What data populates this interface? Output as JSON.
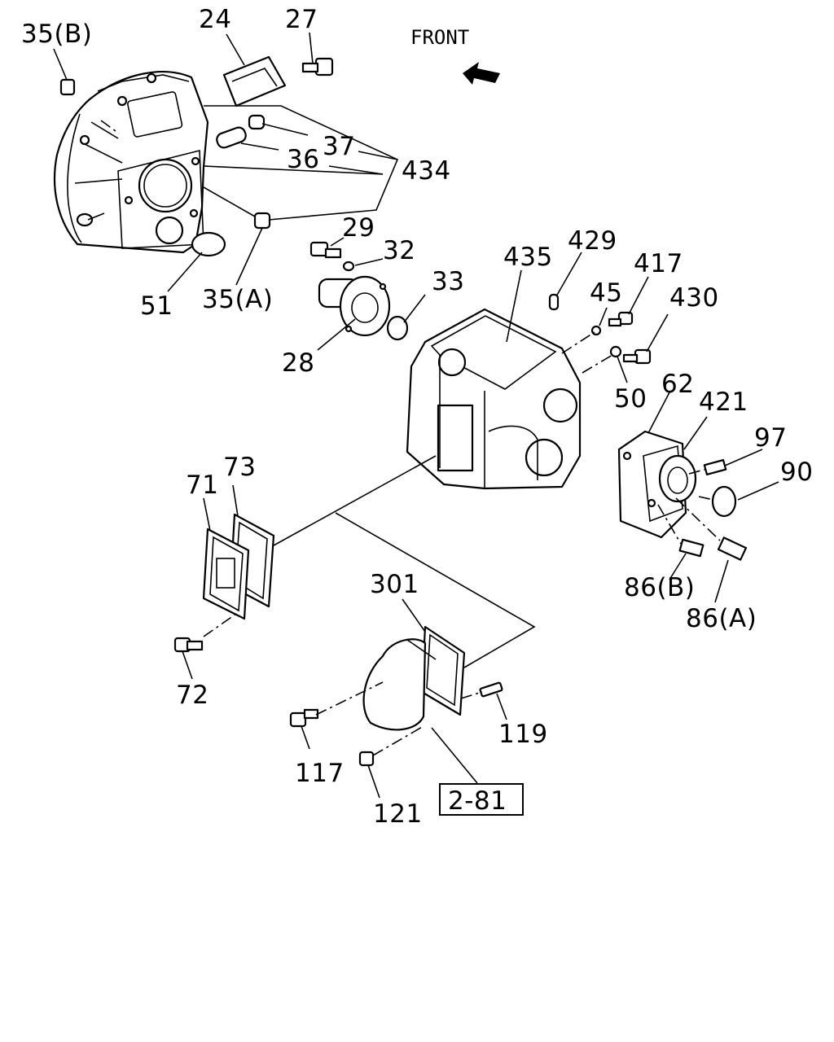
{
  "front_label": "FRONT",
  "ref_box_label": "2-81",
  "callouts": {
    "p35b": "35(B)",
    "p24": "24",
    "p27": "27",
    "p37": "37",
    "p36": "36",
    "p434": "434",
    "p29": "29",
    "p32": "32",
    "p33": "33",
    "p435": "435",
    "p429": "429",
    "p417": "417",
    "p45": "45",
    "p430": "430",
    "p50": "50",
    "p62": "62",
    "p421": "421",
    "p97": "97",
    "p90": "90",
    "p51": "51",
    "p35a": "35(A)",
    "p28": "28",
    "p73": "73",
    "p71": "71",
    "p86b": "86(B)",
    "p86a": "86(A)",
    "p301": "301",
    "p72": "72",
    "p119": "119",
    "p117": "117",
    "p121": "121"
  }
}
